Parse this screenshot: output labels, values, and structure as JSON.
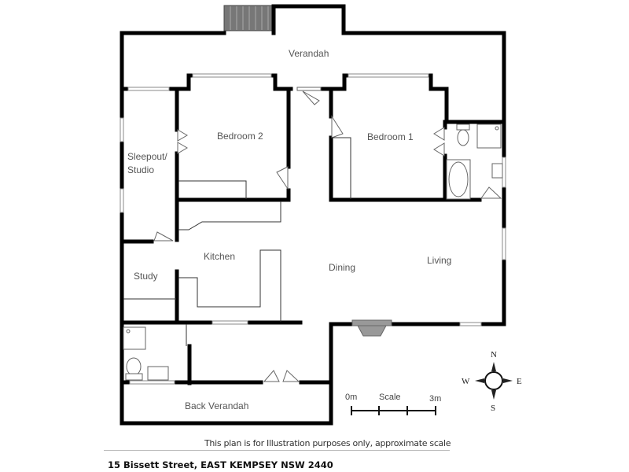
{
  "plan": {
    "rooms": [
      {
        "id": "verandah",
        "label": "Verandah"
      },
      {
        "id": "bedroom-2",
        "label": "Bedroom 2"
      },
      {
        "id": "bedroom-1",
        "label": "Bedroom 1"
      },
      {
        "id": "sleepout",
        "label_line1": "Sleepout/",
        "label_line2": "Studio"
      },
      {
        "id": "kitchen",
        "label": "Kitchen"
      },
      {
        "id": "study",
        "label": "Study"
      },
      {
        "id": "dining",
        "label": "Dining"
      },
      {
        "id": "living",
        "label": "Living"
      },
      {
        "id": "back-verandah",
        "label": "Back Verandah"
      }
    ],
    "scale": {
      "start_label": "0m",
      "title": "Scale",
      "end_label": "3m"
    },
    "compass": {
      "north": "N",
      "south": "S",
      "east": "E",
      "west": "W"
    }
  },
  "footer": {
    "disclaimer": "This plan is for Illustration purposes only, approximate scale",
    "address": "15 Bissett Street, EAST KEMPSEY NSW 2440"
  },
  "colors": {
    "wall": "#000000",
    "label": "#555555",
    "stairs": "#777777",
    "fireplace": "#999999"
  }
}
